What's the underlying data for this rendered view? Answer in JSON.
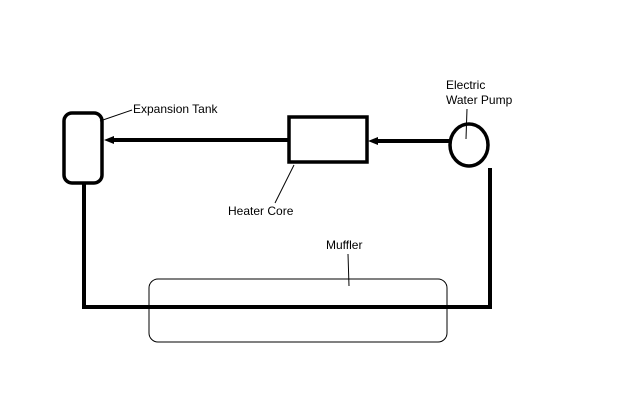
{
  "labels": {
    "expansion_tank": "Expansion Tank",
    "heater_core": "Heater Core",
    "pump_line1": "Electric",
    "pump_line2": "Water Pump",
    "muffler": "Muffler"
  },
  "colors": {
    "line": "#000000",
    "background": "#ffffff"
  }
}
